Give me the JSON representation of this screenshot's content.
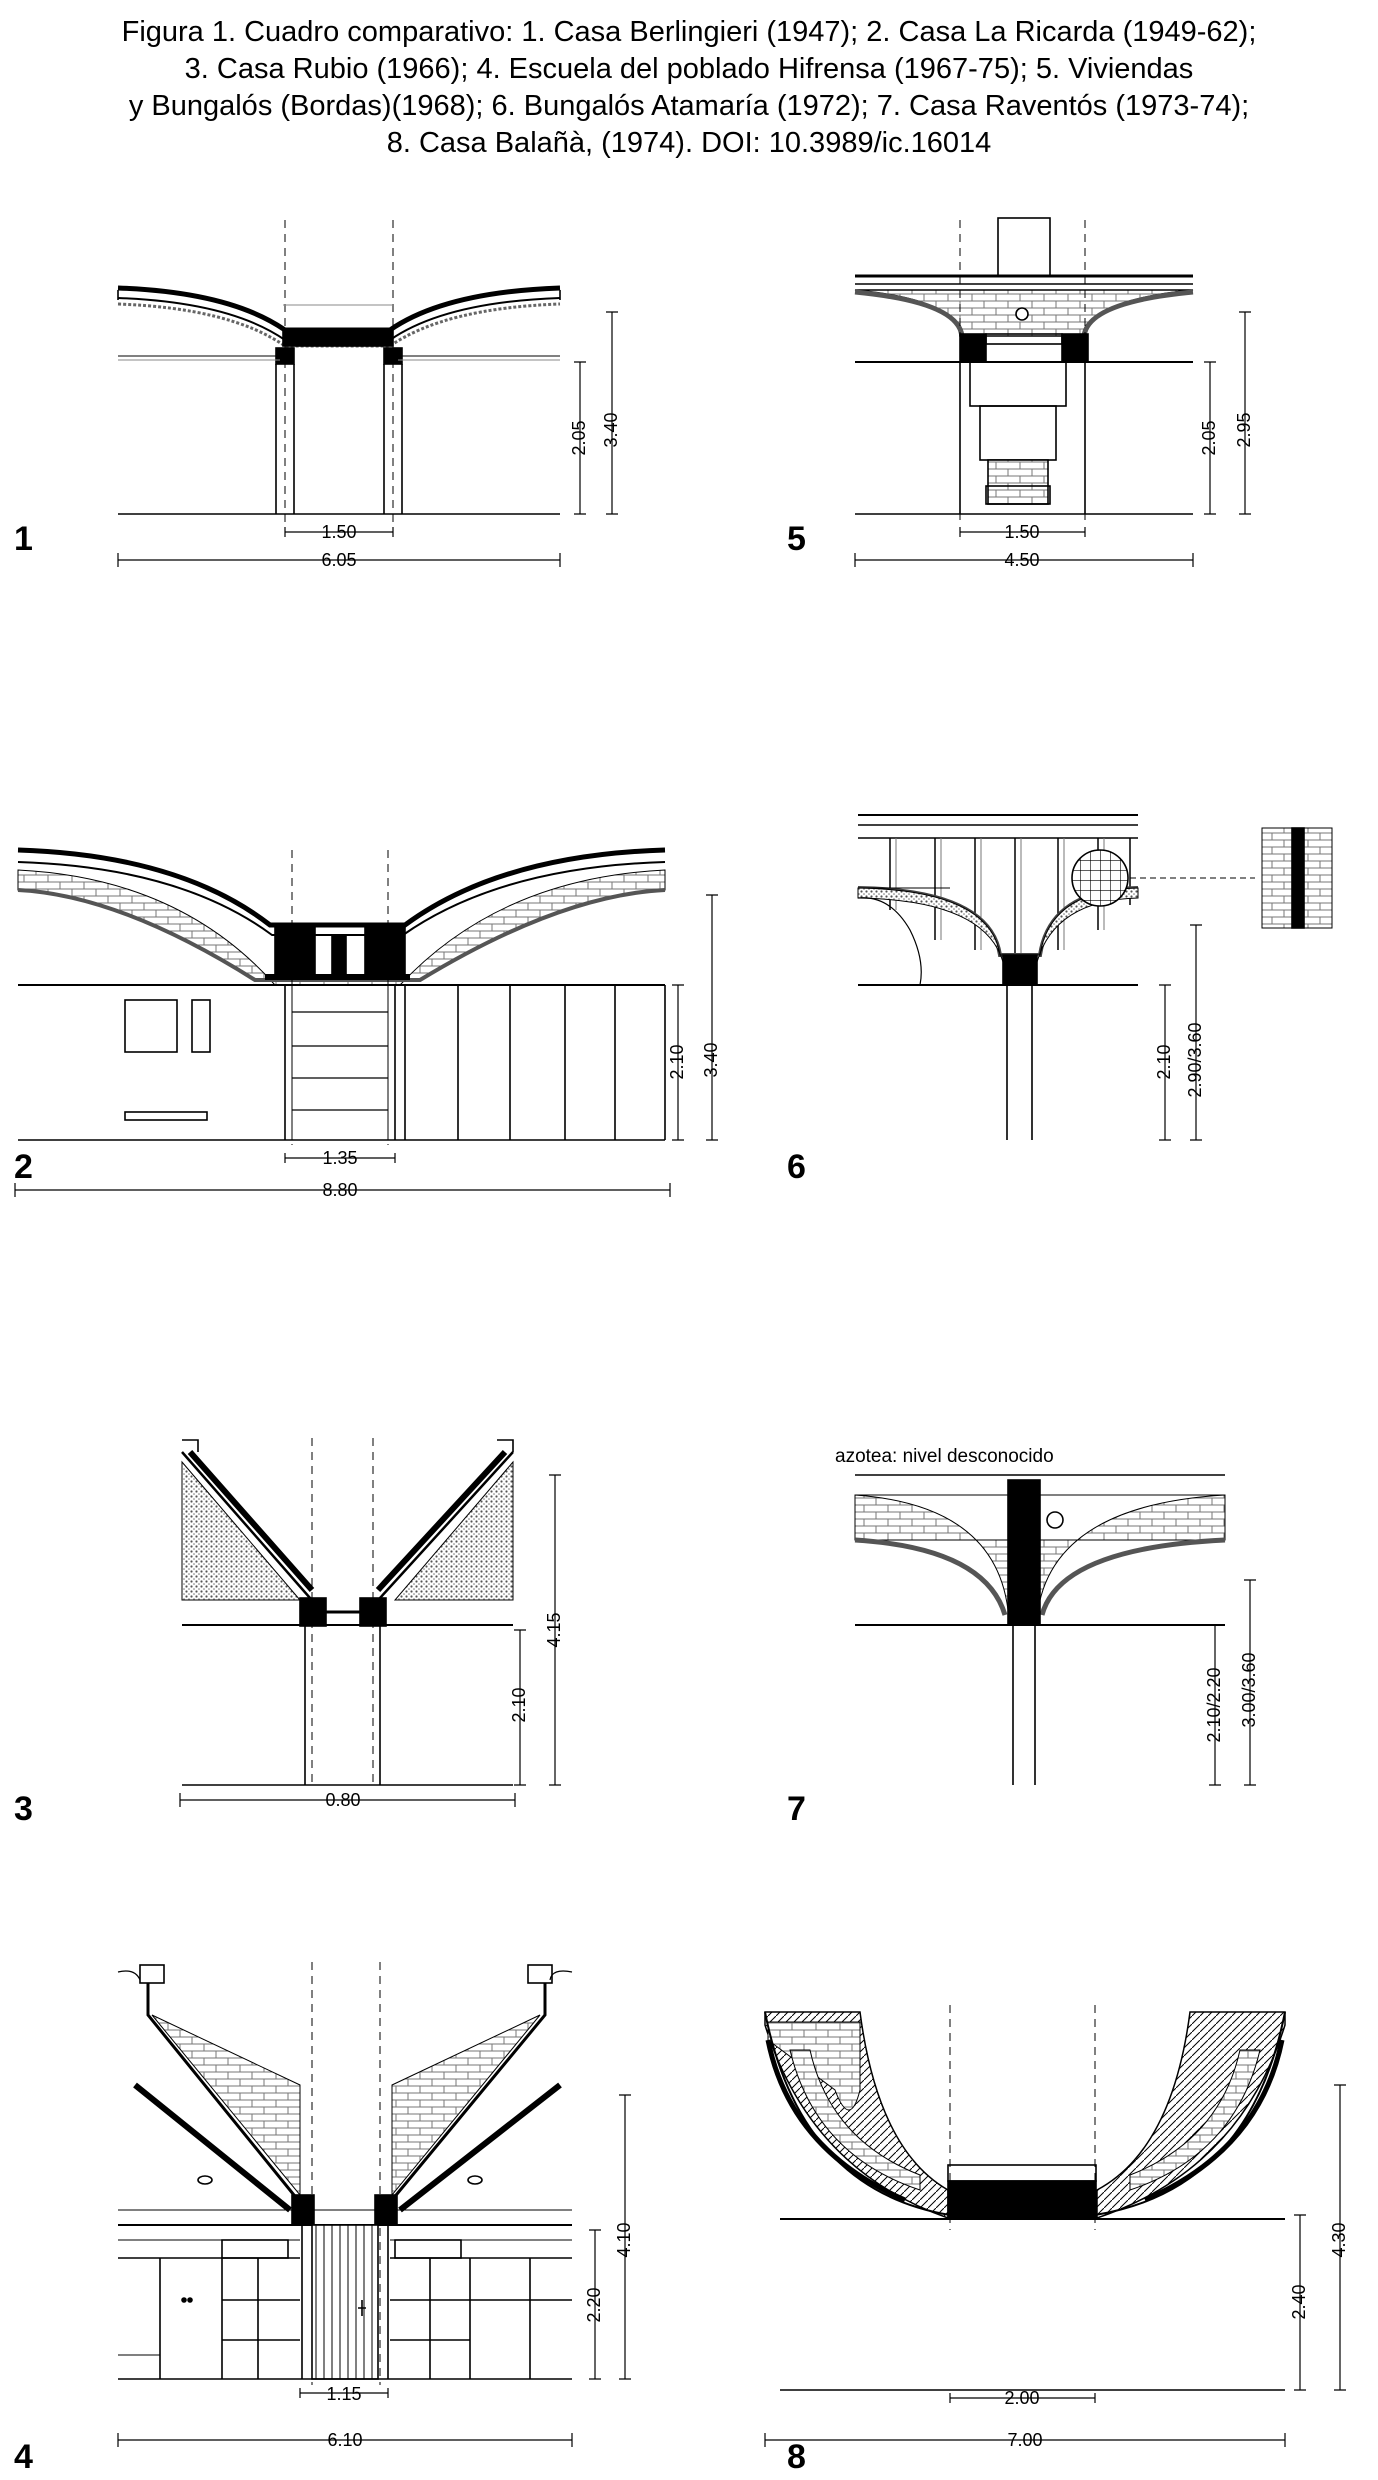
{
  "caption": {
    "lines": [
      "Figura 1. Cuadro comparativo: 1. Casa Berlingieri (1947); 2. Casa La Ricarda (1949-62);",
      "3. Casa Rubio (1966); 4. Escuela del poblado Hifrensa (1967-75); 5. Viviendas",
      "y Bungalós (Bordas)(1968); 6. Bungalós Atamaría (1972); 7. Casa  Raventós (1973-74);",
      "8. Casa Balañà, (1974). DOI: 10.3989/ic.16014"
    ]
  },
  "panels": [
    {
      "id": "1",
      "dims": {
        "w_inner": "1.50",
        "w_total": "6.05",
        "h_inner": "2.05",
        "h_total": "3.40"
      }
    },
    {
      "id": "2",
      "dims": {
        "w_inner": "1.35",
        "w_total": "8.80",
        "h_inner": "2.10",
        "h_total": "3.40"
      }
    },
    {
      "id": "3",
      "dims": {
        "w_inner": "0.80",
        "h_inner": "2.10",
        "h_total": "4.15"
      }
    },
    {
      "id": "4",
      "dims": {
        "w_inner": "1.15",
        "w_total": "6.10",
        "h_inner": "2.20",
        "h_total": "4.10"
      }
    },
    {
      "id": "5",
      "dims": {
        "w_inner": "1.50",
        "w_total": "4.50",
        "h_inner": "2.05",
        "h_total": "2.95"
      }
    },
    {
      "id": "6",
      "dims": {
        "h_inner": "2.10",
        "h_total": "2.90/3.60"
      }
    },
    {
      "id": "7",
      "dims": {
        "h_inner": "2.10/2.20",
        "h_total": "3.00/3.60"
      },
      "note": "azotea: nivel desconocido"
    },
    {
      "id": "8",
      "dims": {
        "w_inner": "2.00",
        "w_total": "7.00",
        "h_inner": "2.40",
        "h_total": "4.30"
      }
    }
  ]
}
